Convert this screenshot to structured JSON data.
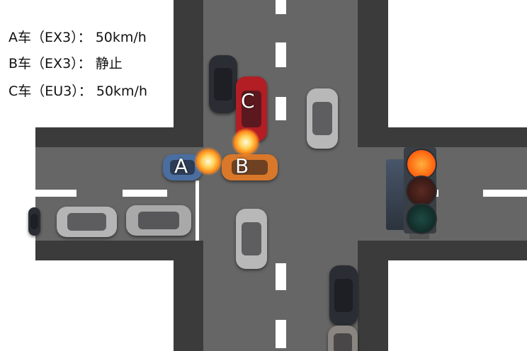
{
  "legend": [
    {
      "car": "A车",
      "model": "（EX3）",
      "sep": "：",
      "state": "50km/h"
    },
    {
      "car": "B车",
      "model": "（EX3）",
      "sep": "：",
      "state": "静止"
    },
    {
      "car": "C车",
      "model": "（EU3）",
      "sep": "：",
      "state": "50km/h"
    }
  ],
  "car_labels": {
    "a": "A",
    "b": "B",
    "c": "C"
  },
  "traffic_light": {
    "active": "red",
    "colors": {
      "red": "#ff7a1a",
      "yellow": "#3a1d1a",
      "green": "#12302c"
    }
  },
  "colors": {
    "road": "#666666",
    "road_edge": "#3b3b3b",
    "car_a": "#4a6ea0",
    "car_b": "#d9782a",
    "car_c": "#b21e24"
  }
}
